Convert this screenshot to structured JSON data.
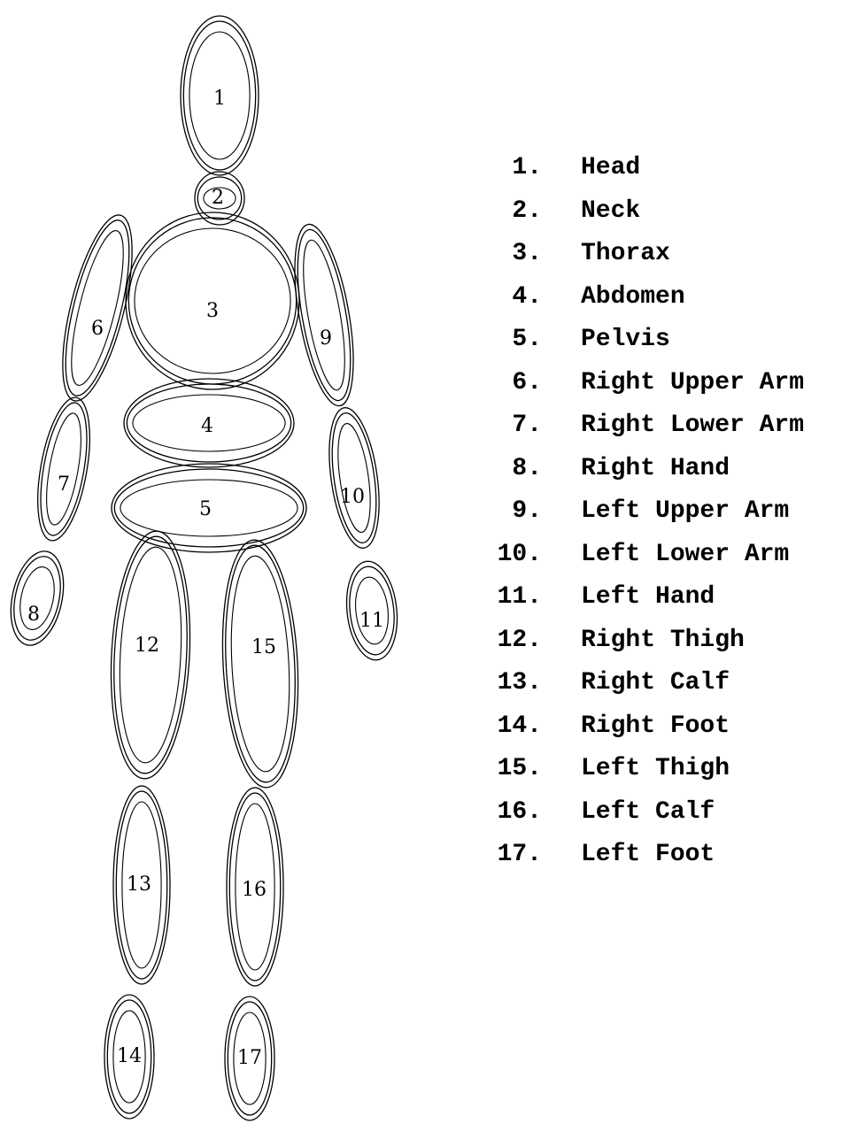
{
  "segments": [
    {
      "num": "1",
      "name": "Head"
    },
    {
      "num": "2",
      "name": "Neck"
    },
    {
      "num": "3",
      "name": "Thorax"
    },
    {
      "num": "4",
      "name": "Abdomen"
    },
    {
      "num": "5",
      "name": "Pelvis"
    },
    {
      "num": "6",
      "name": "Right Upper Arm"
    },
    {
      "num": "7",
      "name": "Right Lower Arm"
    },
    {
      "num": "8",
      "name": "Right Hand"
    },
    {
      "num": "9",
      "name": "Left Upper Arm"
    },
    {
      "num": "10",
      "name": "Left Lower Arm"
    },
    {
      "num": "11",
      "name": "Left Hand"
    },
    {
      "num": "12",
      "name": "Right Thigh"
    },
    {
      "num": "13",
      "name": "Right Calf"
    },
    {
      "num": "14",
      "name": "Right Foot"
    },
    {
      "num": "15",
      "name": "Left Thigh"
    },
    {
      "num": "16",
      "name": "Left Calf"
    },
    {
      "num": "17",
      "name": "Left Foot"
    }
  ],
  "legend": [
    {
      "num": "1.",
      "label": "Head"
    },
    {
      "num": "2.",
      "label": "Neck"
    },
    {
      "num": "3.",
      "label": "Thorax"
    },
    {
      "num": "4.",
      "label": "Abdomen"
    },
    {
      "num": "5.",
      "label": "Pelvis"
    },
    {
      "num": "6.",
      "label": "Right Upper Arm"
    },
    {
      "num": "7.",
      "label": "Right Lower Arm"
    },
    {
      "num": "8.",
      "label": "Right Hand"
    },
    {
      "num": "9.",
      "label": "Left Upper Arm"
    },
    {
      "num": "10.",
      "label": "Left Lower Arm"
    },
    {
      "num": "11.",
      "label": "Left Hand"
    },
    {
      "num": "12.",
      "label": "Right Thigh"
    },
    {
      "num": "13.",
      "label": "Right Calf"
    },
    {
      "num": "14.",
      "label": "Right Foot"
    },
    {
      "num": "15.",
      "label": "Left Thigh"
    },
    {
      "num": "16.",
      "label": "Left Calf"
    },
    {
      "num": "17.",
      "label": "Left Foot"
    }
  ]
}
